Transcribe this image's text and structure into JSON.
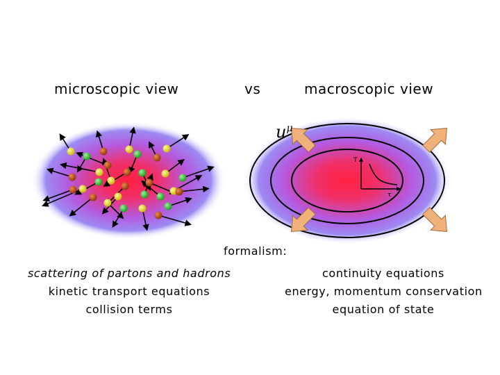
{
  "headings": {
    "left": "microscopic view",
    "middle": "vs",
    "right": "macroscopic view"
  },
  "flow_label": {
    "base": "u",
    "superscript": "μ"
  },
  "inset_plot": {
    "y_label": "T",
    "x_label": "τ"
  },
  "formalism": {
    "label": "formalism:",
    "microscopic": [
      "scattering of partons and hadrons",
      "kinetic transport equations",
      "collision terms"
    ],
    "macroscopic": [
      "continuity equations",
      "energy, momentum conservation",
      "equation of state"
    ]
  },
  "colors": {
    "parton_yellow": "#d4c400",
    "parton_green": "#22b022",
    "hadron_brown": "#b44a12",
    "fireball_core": "#ff2a4a",
    "fireball_edge": "#8a7cf0",
    "flow_arrow": "#f0b27a"
  }
}
